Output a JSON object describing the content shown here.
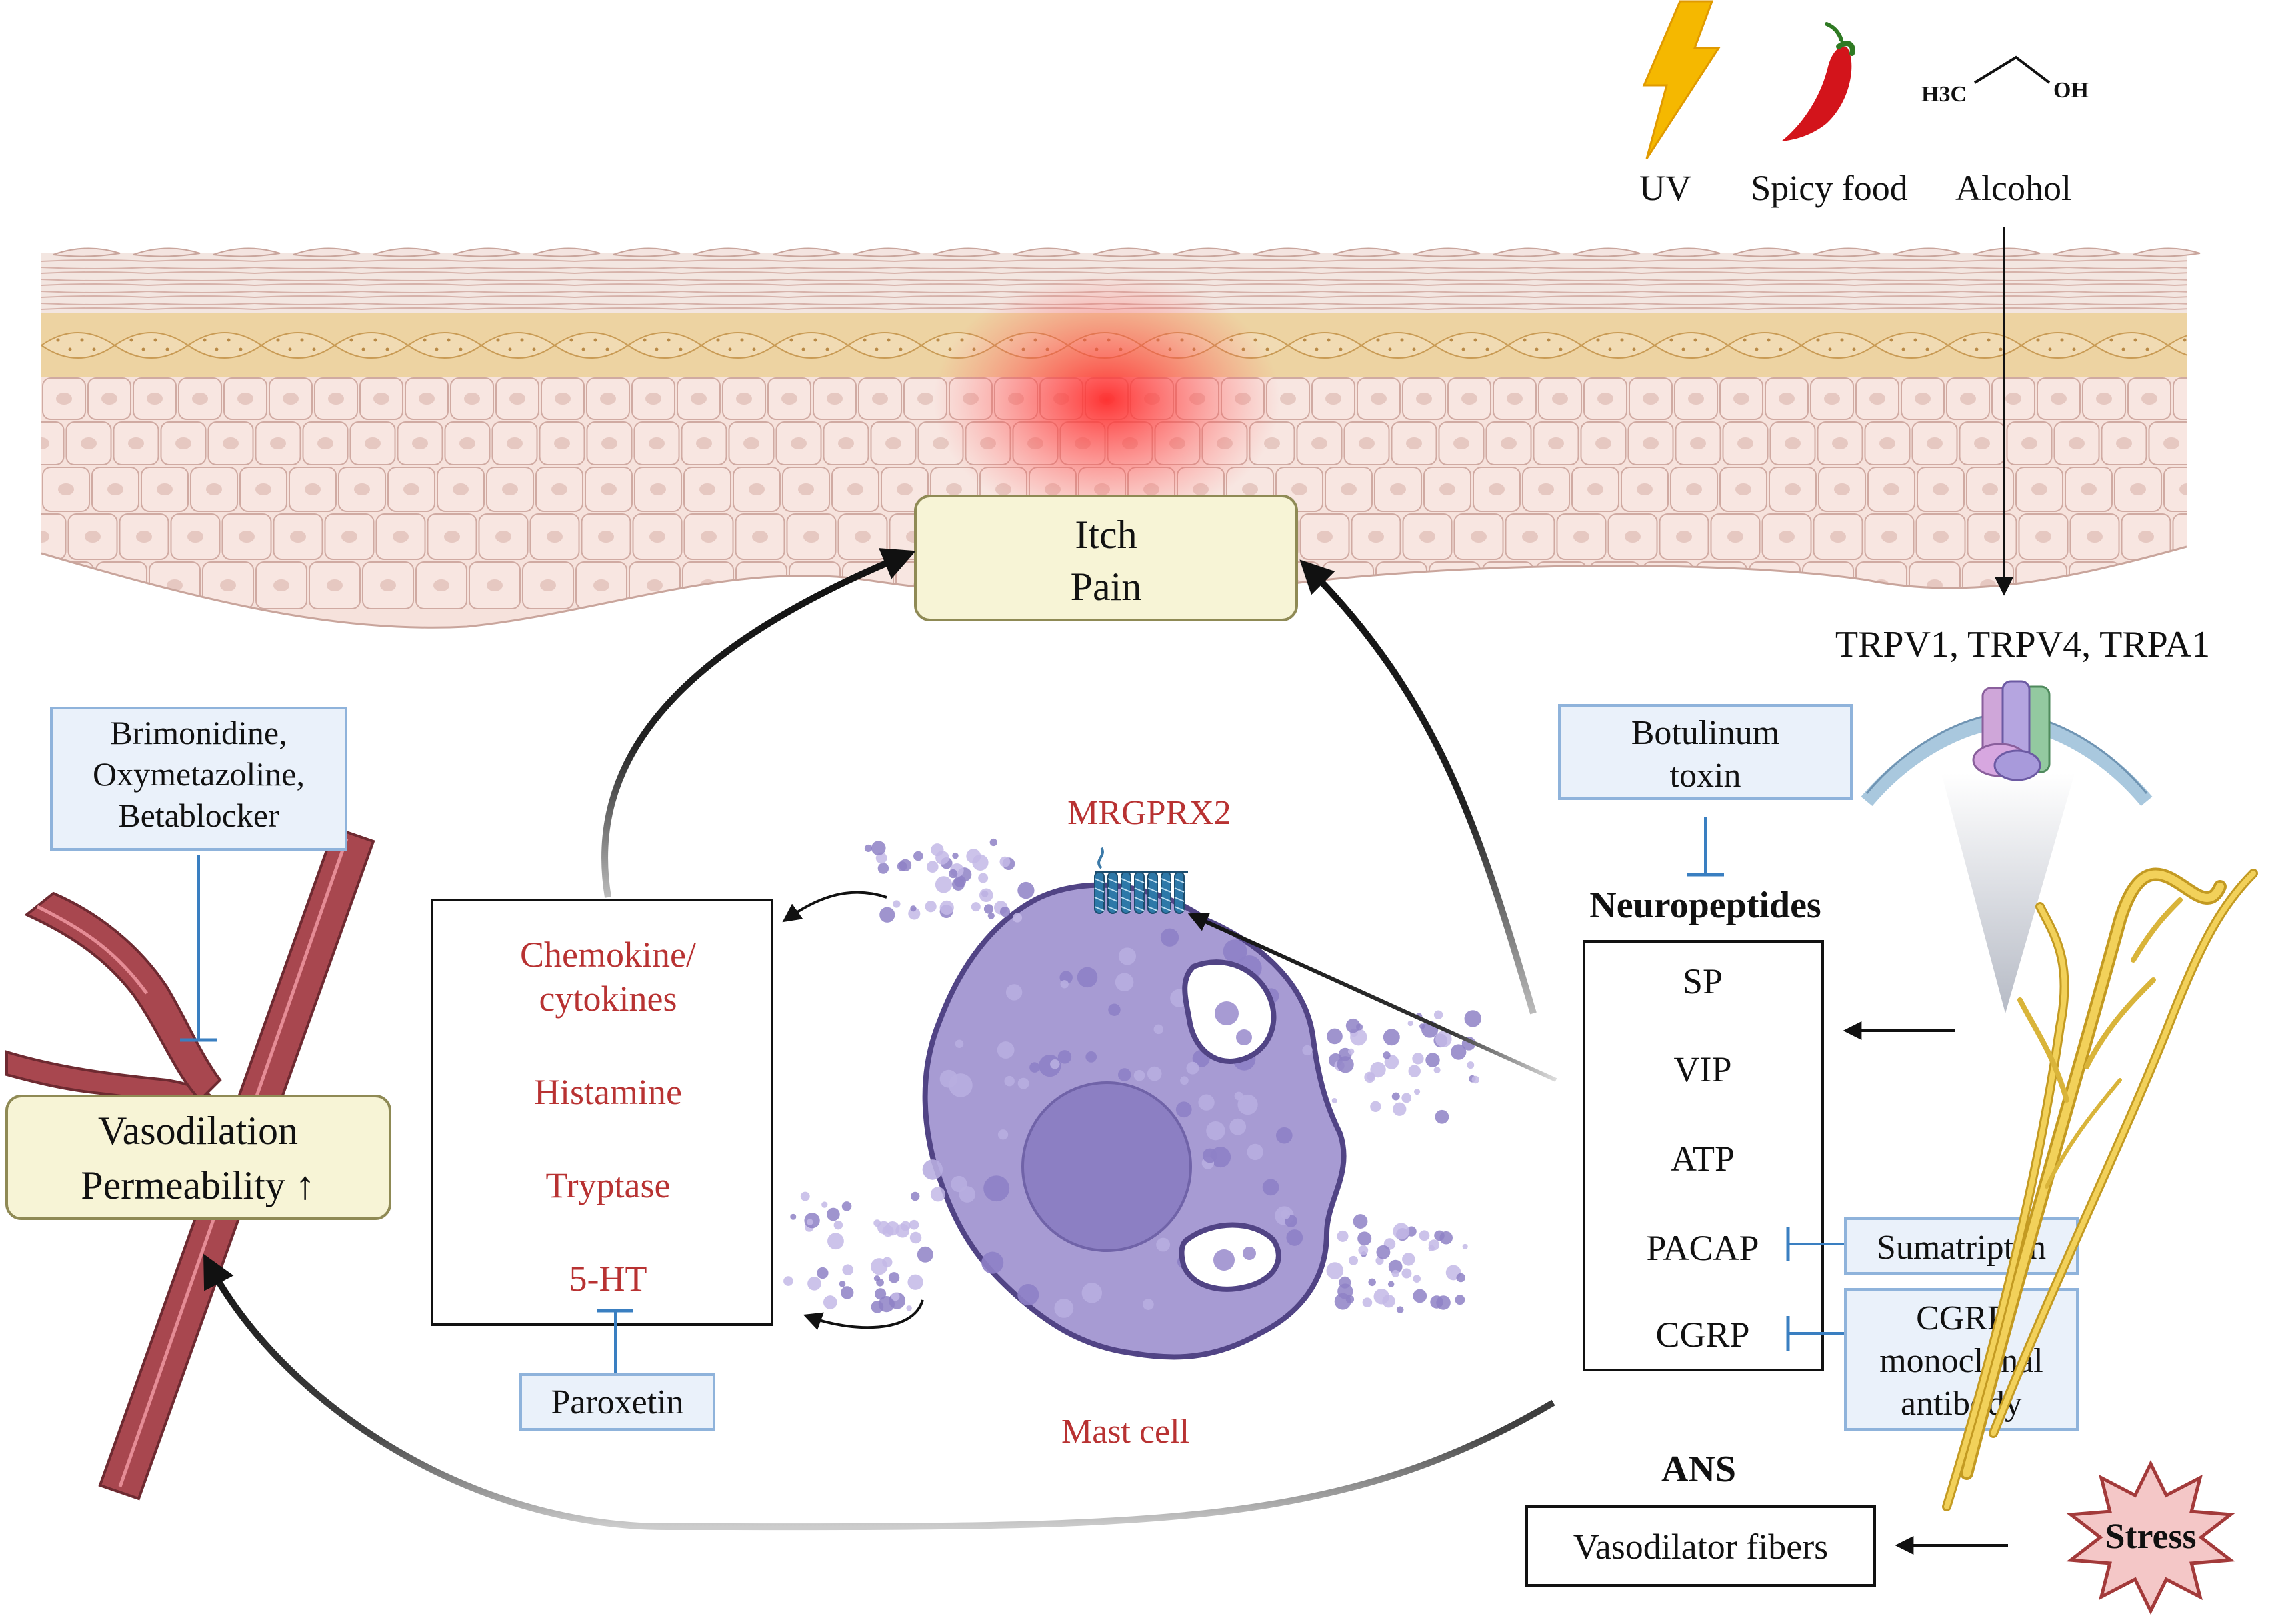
{
  "triggers": {
    "uv_label": "UV",
    "spicy_label": "Spicy food",
    "alcohol_label": "Alcohol",
    "formula_left": "H3C",
    "formula_right": "OH",
    "icons": [
      "lightning-icon",
      "chili-pepper-icon",
      "ethanol-structure-icon"
    ]
  },
  "receptors": {
    "label": "TRPV1, TRPV4, TRPA1"
  },
  "symptoms": {
    "line1": "Itch",
    "line2": "Pain"
  },
  "vascular": {
    "inhibitors": [
      "Brimonidine,",
      "Oxymetazoline,",
      "Betablocker"
    ],
    "effect_line1": "Vasodilation",
    "effect_line2": "Permeability ↑"
  },
  "mast_cell": {
    "receptor_label": "MRGPRX2",
    "cell_label": "Mast cell",
    "mediators": [
      "Chemokine/",
      "cytokines",
      "Histamine",
      "Tryptase",
      "5-HT"
    ],
    "mediator_inhibitor": "Paroxetin"
  },
  "neuropeptides": {
    "title": "Neuropeptides",
    "inhibitor": [
      "Botulinum",
      "toxin"
    ],
    "items": [
      "SP",
      "VIP",
      "ATP",
      "PACAP",
      "CGRP"
    ],
    "pacap_inhibitor": "Sumatriptan",
    "cgrp_inhibitor": [
      "CGRP",
      "monoclonal",
      "antibody"
    ]
  },
  "ans": {
    "title": "ANS",
    "fibers_label": "Vasodilator fibers",
    "stress_label": "Stress"
  },
  "colors": {
    "mediator_text": "#b83232",
    "inhibitor_line": "#3a7fc1",
    "inhibitor_box_fill": "#eaf1fa",
    "inhibitor_box_stroke": "#8fb3db",
    "symptom_box_fill": "#f7f4d6",
    "mast_cell_fill": "#a79bd3",
    "vessel_fill": "#a8474f",
    "nerve_fill": "#e6c13a",
    "stress_fill": "#f4c7c7"
  }
}
